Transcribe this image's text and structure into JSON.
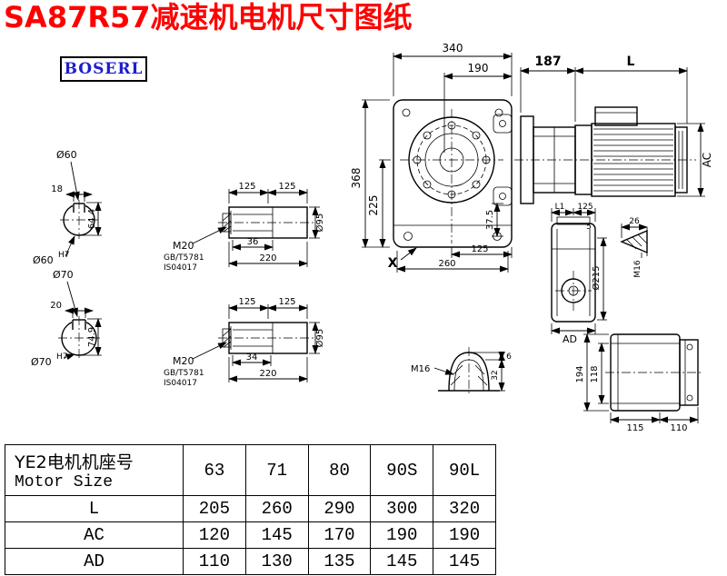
{
  "title": "SA87R57减速机电机尺寸图纸",
  "logo": "BOSERL",
  "main_view": {
    "d340": "340",
    "d190": "190",
    "d368": "368",
    "d225": "225",
    "d37_5": "37.5",
    "d125": "125",
    "d260": "260",
    "x_label": "X"
  },
  "motor_view": {
    "d187": "187",
    "dL": "L",
    "dAC": "AC"
  },
  "shaft_end_60": {
    "dia": "Ø60",
    "key_w": "18",
    "height": "64.4",
    "bore": "Ø60",
    "bore_tol": "H7"
  },
  "shaft_end_70": {
    "dia": "Ø70",
    "key_w": "20",
    "height": "74.9",
    "bore": "Ø70",
    "bore_tol": "H7"
  },
  "shaft_side_a": {
    "d125_1": "125",
    "d125_2": "125",
    "thread": "M20",
    "std1": "GB/T5781",
    "std2": "IS04017",
    "key_len": "36",
    "total_len": "220",
    "dia": "Ø95"
  },
  "shaft_side_b": {
    "d125_1": "125",
    "d125_2": "125",
    "thread": "M20",
    "std1": "GB/T5781",
    "std2": "IS04017",
    "key_len": "34",
    "total_len": "220",
    "dia": "Ø95"
  },
  "side_view": {
    "dL1": "L1",
    "d125": "125",
    "d5": "5",
    "dia215": "Ø215",
    "dAD": "AD"
  },
  "tip_detail": {
    "d26": "26",
    "thread": "M16"
  },
  "plug_detail": {
    "d6": "6",
    "d32": "32",
    "thread": "M16"
  },
  "rear_view": {
    "d194": "194",
    "d118": "118",
    "d115": "115",
    "d110": "110"
  },
  "table": {
    "header_cn": "YE2电机机座号",
    "header_en": "Motor Size",
    "sizes": [
      "63",
      "71",
      "80",
      "90S",
      "90L"
    ],
    "rows": [
      {
        "label": "L",
        "values": [
          "205",
          "260",
          "290",
          "300",
          "320"
        ]
      },
      {
        "label": "AC",
        "values": [
          "120",
          "145",
          "170",
          "190",
          "190"
        ]
      },
      {
        "label": "AD",
        "values": [
          "110",
          "130",
          "135",
          "145",
          "145"
        ]
      }
    ]
  }
}
